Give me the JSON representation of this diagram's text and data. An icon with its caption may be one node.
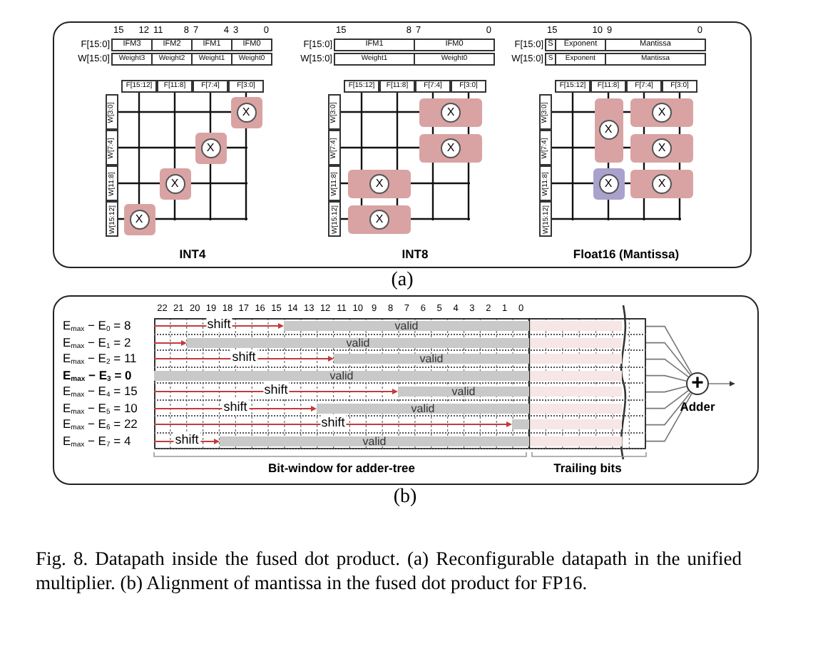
{
  "diagram": {
    "caption": "Fig. 8. Datapath inside the fused dot product. (a) Reconfigurable datapath in the unified multiplier. (b) Alignment of mantissa in the fused dot product for FP16.",
    "nodes": [
      {
        "text": [
          "X"
        ]
      },
      {
        "text": [
          "X"
        ]
      },
      {
        "text": [
          "X"
        ]
      },
      {
        "text": [
          "X"
        ]
      },
      {
        "text": [
          "X"
        ]
      },
      {
        "text": [
          "X"
        ]
      },
      {
        "text": [
          "X"
        ]
      },
      {
        "text": [
          "X"
        ]
      },
      {
        "text": [
          "X"
        ]
      },
      {
        "text": [
          "X"
        ]
      },
      {
        "text": [
          "X"
        ]
      },
      {
        "text": [
          "X"
        ]
      },
      {
        "text": [
          "X"
        ]
      },
      {
        "text": [
          "shift",
          "valid"
        ],
        "beside": [
          "E$_{max}$ − E$_{0}$ = 8"
        ]
      },
      {
        "text": [
          "valid"
        ],
        "beside": [
          "E$_{max}$ − E$_{1}$ = 2"
        ]
      },
      {
        "text": [
          "shift",
          "valid"
        ],
        "beside": [
          "E$_{max}$ − E$_{2}$ = 11"
        ]
      },
      {
        "text": [
          "valid"
        ],
        "beside": [
          "E$_{max}$ − E$_{3}$ = 0"
        ]
      },
      {
        "text": [
          "shift",
          "valid"
        ],
        "beside": [
          "E$_{max}$ − E$_{4}$ = 15"
        ]
      },
      {
        "text": [
          "shift",
          "valid"
        ],
        "beside": [
          "E$_{max}$ − E$_{5}$ = 10"
        ]
      },
      {
        "text": [
          "shift"
        ],
        "beside": [
          "E$_{max}$ − E$_{6}$ = 22"
        ]
      },
      {
        "text": [
          "shift",
          "valid"
        ],
        "beside": [
          "E$_{max}$ − E$_{7}$ = 4"
        ]
      },
      {
        "text": [
          "+"
        ],
        "beside": [
          "Adder"
        ]
      }
    ],
    "edges": [
      {
        "from": 13,
        "to": 21,
        "arrow": "none"
      },
      {
        "from": 14,
        "to": 21,
        "arrow": "none"
      },
      {
        "from": 15,
        "to": 21,
        "arrow": "none"
      },
      {
        "from": 16,
        "to": 21,
        "arrow": "none"
      },
      {
        "from": 17,
        "to": 21,
        "arrow": "none"
      },
      {
        "from": 18,
        "to": 21,
        "arrow": "none"
      },
      {
        "from": 19,
        "to": 21,
        "arrow": "none"
      },
      {
        "from": 20,
        "to": 21,
        "arrow": "none"
      },
      {
        "from": 21,
        "to": null,
        "arrow": "to"
      }
    ],
    "labels": [
      "15",
      "12",
      "11",
      "8",
      "7",
      "4",
      "3",
      "0",
      "F[15:0]",
      "IFM3",
      "IFM2",
      "IFM1",
      "IFM0",
      "W[15:0]",
      "Weight3",
      "Weight2",
      "Weight1",
      "Weight0",
      "F[15:12]",
      "F[11:8]",
      "F[7:4]",
      "F[3:0]",
      "W[3:0]",
      "W[7:4]",
      "W[11:8]",
      "W[15:12]",
      "INT4",
      "15",
      "8",
      "7",
      "0",
      "F[15:0]",
      "IFM1",
      "IFM0",
      "W[15:0]",
      "Weight1",
      "Weight0",
      "F[15:12]",
      "F[11:8]",
      "F[7:4]",
      "F[3:0]",
      "W[3:0]",
      "W[7:4]",
      "W[11:8]",
      "W[15:12]",
      "INT8",
      "15",
      "10",
      "9",
      "0",
      "F[15:0]",
      "S",
      "Exponent",
      "Mantissa",
      "W[15:0]",
      "S",
      "Exponent",
      "Mantissa",
      "F[15:12]",
      "F[11:8]",
      "F[7:4]",
      "F[3:0]",
      "W[3:0]",
      "W[7:4]",
      "W[11:8]",
      "W[15:12]",
      "Float16 (Mantissa)",
      "(a)",
      "22",
      "21",
      "20",
      "19",
      "18",
      "17",
      "16",
      "15",
      "14",
      "13",
      "12",
      "11",
      "10",
      "9",
      "8",
      "7",
      "6",
      "5",
      "4",
      "3",
      "2",
      "1",
      "0",
      "Bit-window for adder-tree",
      "Trailing bits",
      "(b)"
    ]
  }
}
